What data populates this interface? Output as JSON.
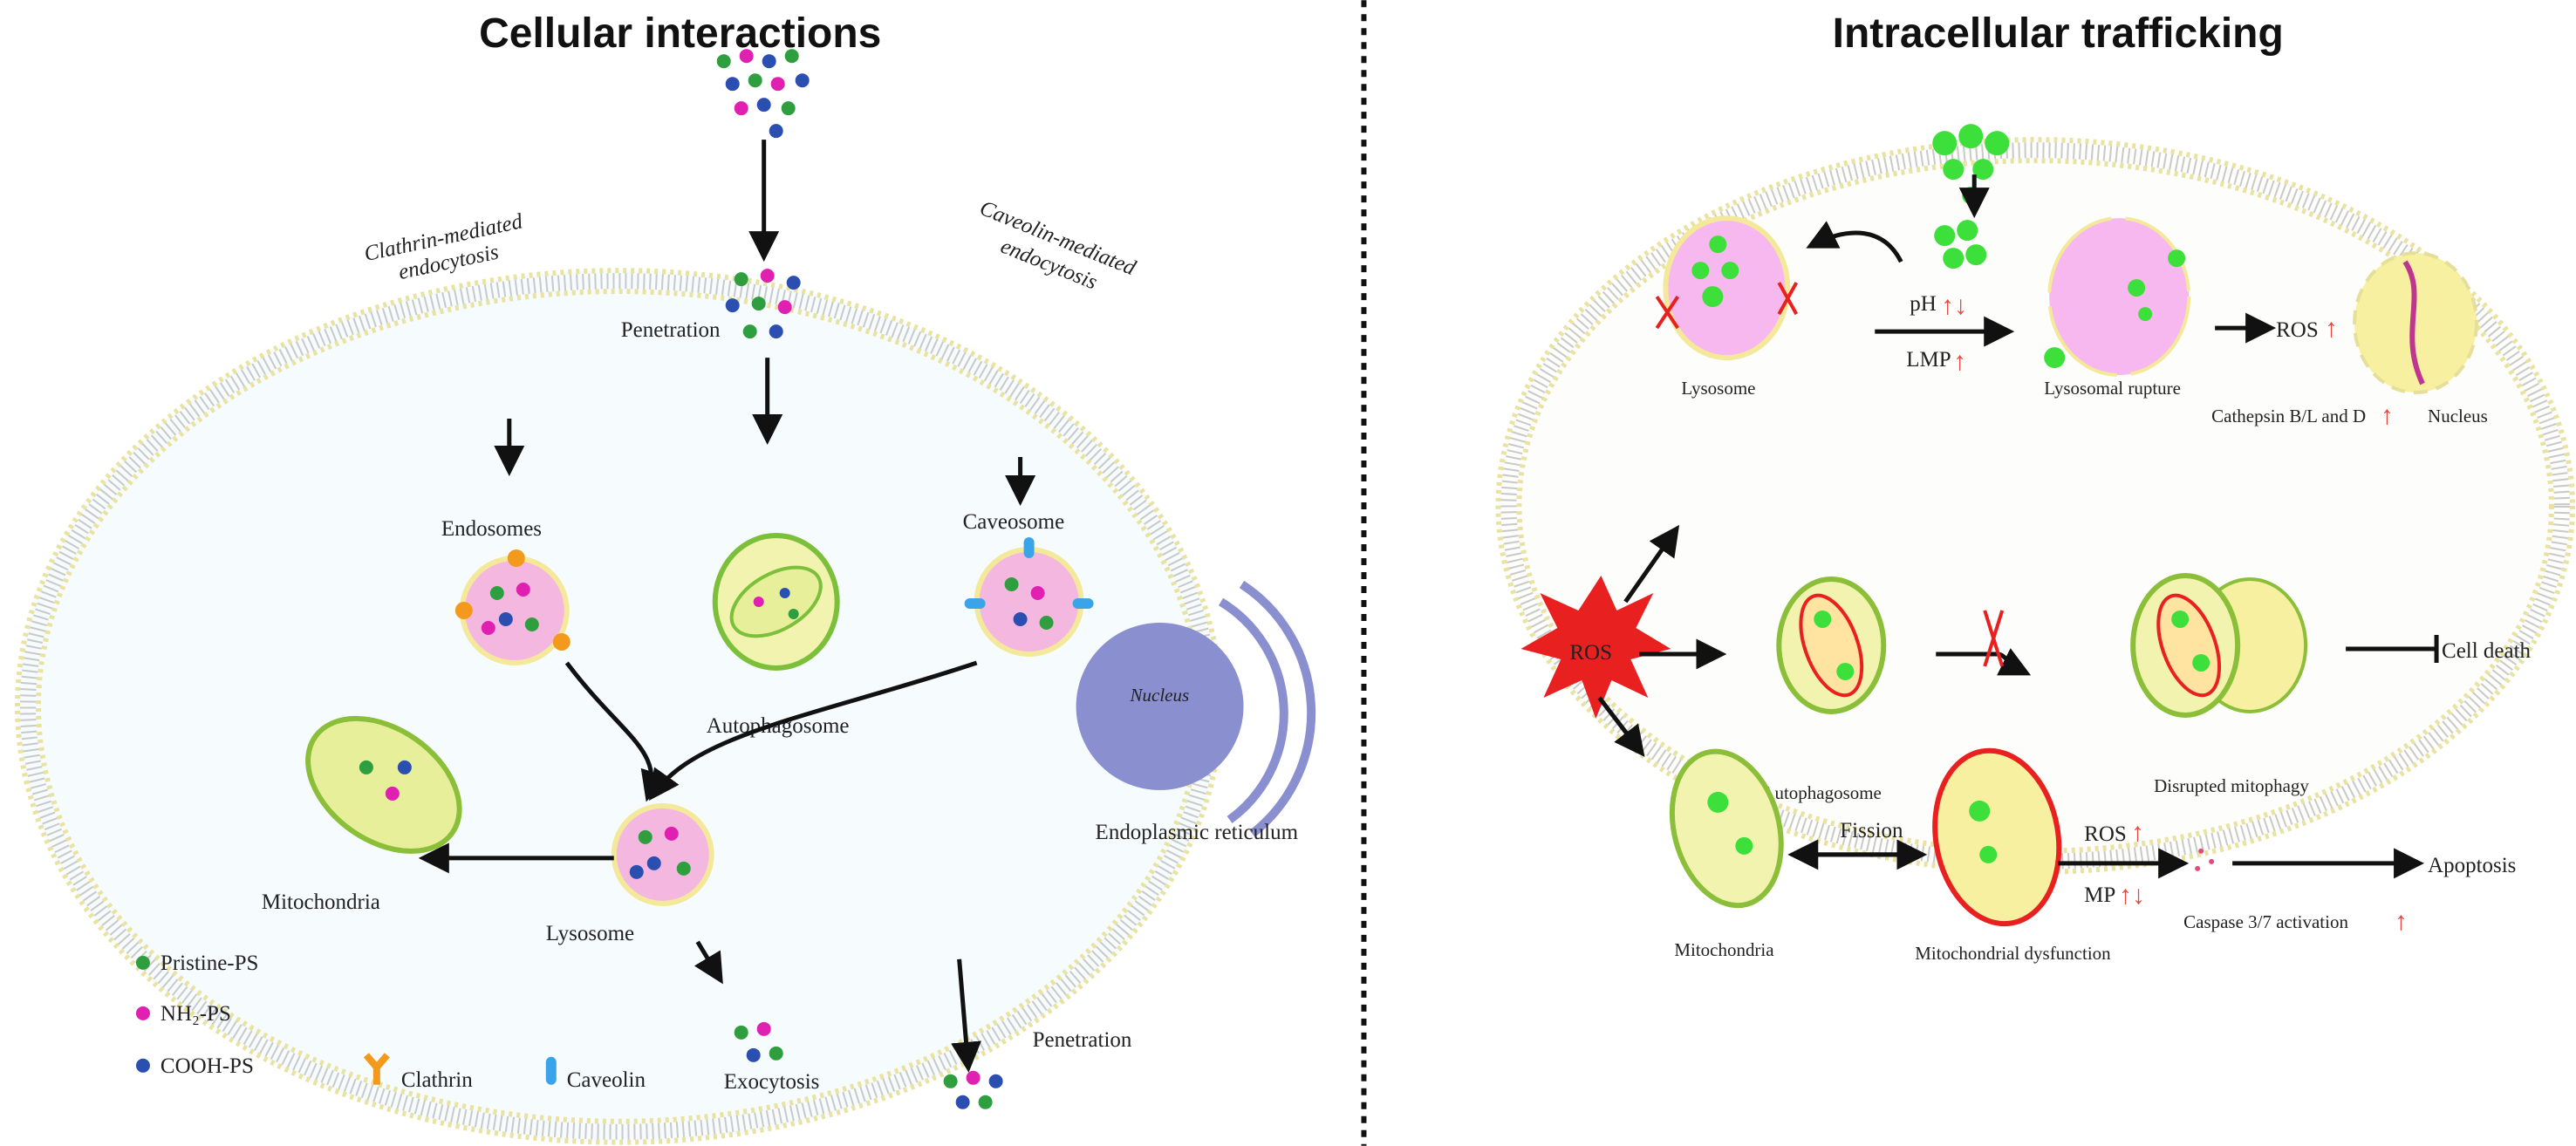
{
  "titles": {
    "left": "Cellular interactions",
    "right": "Intracellular trafficking"
  },
  "left": {
    "clathrin_endocytosis": [
      "Clathrin-mediated",
      "endocytosis"
    ],
    "caveolin_endocytosis": [
      "Caveolin-mediated",
      "endocytosis"
    ],
    "penetration_top": "Penetration",
    "endosomes": "Endosomes",
    "caveosome": "Caveosome",
    "autophagosome": "Autophagosome",
    "nucleus": "Nucleus",
    "er": "Endoplasmic reticulum",
    "mitochondria": "Mitochondria",
    "lysosome": "Lysosome",
    "exocytosis": "Exocytosis",
    "penetration_bottom": "Penetration"
  },
  "legend": {
    "pristine": {
      "label": "Pristine-PS",
      "color": "#2e9e3e"
    },
    "nh2": {
      "label": "NH₂-PS",
      "color": "#e020b0"
    },
    "cooh": {
      "label": "COOH-PS",
      "color": "#2a4fb0"
    },
    "clathrin": {
      "label": "Clathrin",
      "color": "#f39a1c"
    },
    "caveolin": {
      "label": "Caveolin",
      "color": "#3ba4e8"
    }
  },
  "right": {
    "lysosome": "Lysosome",
    "ph": "pH",
    "lmp": "LMP",
    "lysosomal_rupture": "Lysosomal rupture",
    "ros_top": "ROS",
    "cathepsin": "Cathepsin B/L and D",
    "nucleus": "Nucleus",
    "ros_star": "ROS",
    "autophagosome": "Autophagosome",
    "disrupted_mitophagy": "Disrupted mitophagy",
    "cell_death": "Cell death",
    "mitochondria": "Mitochondria",
    "fission": "Fission",
    "ros_mid": "ROS",
    "mp": "MP",
    "mito_dysfunction": "Mitochondrial dysfunction",
    "apoptosis": "Apoptosis",
    "caspase": "Caspase 3/7 activation",
    "up": "↑",
    "updown": "↑↓"
  }
}
